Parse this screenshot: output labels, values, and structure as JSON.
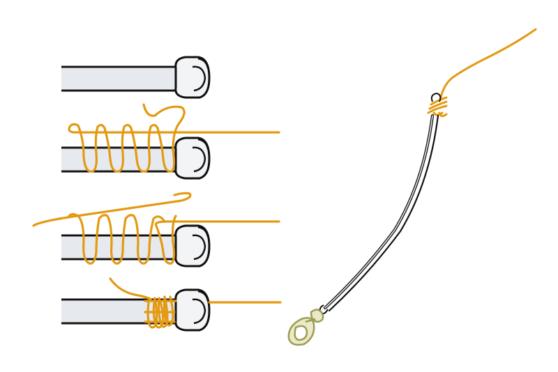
{
  "diagram": {
    "steps": [
      {
        "step": 1,
        "state": "bare-wire"
      },
      {
        "step": 2,
        "state": "line-coiled-around-wire"
      },
      {
        "step": 3,
        "state": "tag-end-passed-through-coils"
      },
      {
        "step": 4,
        "state": "knot-cinched-tight"
      }
    ],
    "result": {
      "item": "wire-leader-with-snap-swivel"
    },
    "colors": {
      "line": "#E39A12",
      "wire_shade": "#E6E9EE",
      "outline": "#111111",
      "crimp_fill": "#F3F4F6",
      "snap": "#C9C98A"
    }
  }
}
